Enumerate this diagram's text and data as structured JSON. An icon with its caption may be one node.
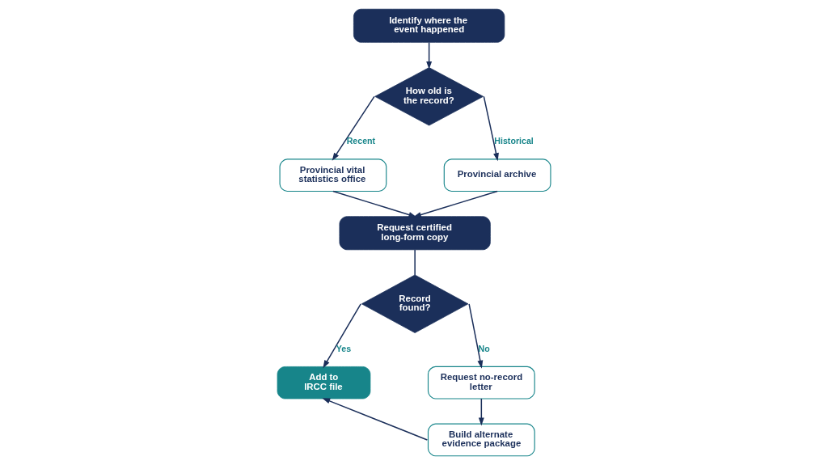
{
  "diagram": {
    "nodes": [
      {
        "text": [
          "Identify where the event happened"
        ]
      },
      {
        "text": [
          "How old is the record?"
        ]
      },
      {
        "text": [
          "Provincial vital statistics office"
        ]
      },
      {
        "text": [
          "Provincial archive"
        ]
      },
      {
        "text": [
          "Request certified long-form copy"
        ]
      },
      {
        "text": [
          "Record found?"
        ]
      },
      {
        "text": [
          "Add to IRCC file"
        ]
      },
      {
        "text": [
          "Request no-record letter"
        ]
      },
      {
        "text": [
          "Build alternate evidence package"
        ]
      }
    ],
    "edges": [
      {
        "from": 0,
        "to": 1,
        "arrow": "to"
      },
      {
        "from": 1,
        "to": 2,
        "arrow": "to",
        "label": "Recent"
      },
      {
        "from": 1,
        "to": 3,
        "arrow": "to",
        "label": "Historical"
      },
      {
        "from": 2,
        "to": 4,
        "arrow": "to"
      },
      {
        "from": 3,
        "to": 4,
        "arrow": "to"
      },
      {
        "from": 4,
        "to": 5,
        "arrow": "none"
      },
      {
        "from": 5,
        "to": 6,
        "arrow": "to",
        "label": "Yes"
      },
      {
        "from": 5,
        "to": 7,
        "arrow": "to",
        "label": "No"
      },
      {
        "from": 7,
        "to": 8,
        "arrow": "to"
      },
      {
        "from": 8,
        "to": 6,
        "arrow": "to"
      }
    ]
  }
}
